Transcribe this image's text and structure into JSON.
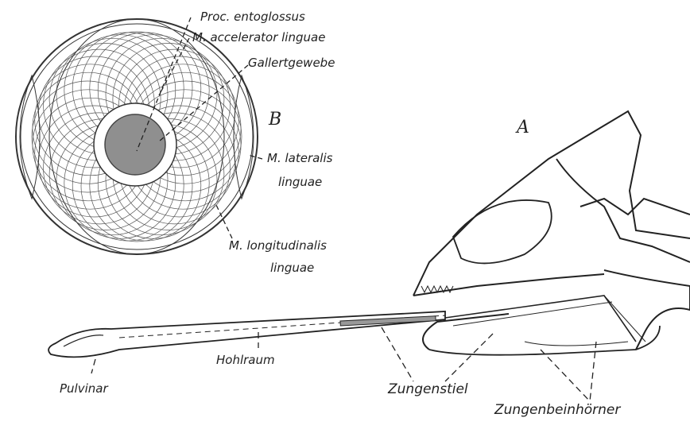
{
  "panel_labels": {
    "cross_section": "B",
    "side_view": "A"
  },
  "labels": {
    "proc_entoglossus": "Proc. entoglossus",
    "m_accelerator": "M. accelerator linguae",
    "gallertgewebe": "Gallertgewebe",
    "m_lateralis_1": "M. lateralis",
    "m_lateralis_2": "linguae",
    "m_longitudinalis_1": "M. longitudinalis",
    "m_longitudinalis_2": "linguae",
    "hohlraum": "Hohlraum",
    "pulvinar": "Pulvinar",
    "zungenstiel": "Zungenstiel",
    "zungenbeinhoerner": "Zungenbeinhörner"
  },
  "colors": {
    "ink": "#222222",
    "core": "#8f8f8f",
    "paper": "#ffffff"
  }
}
